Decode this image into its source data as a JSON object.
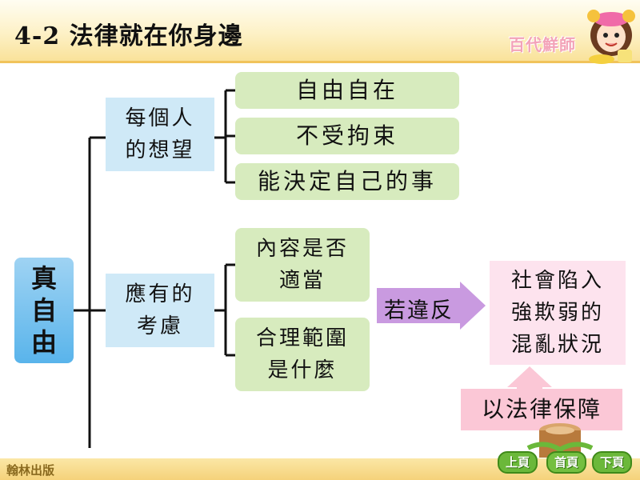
{
  "header": {
    "title": "4-2 法律就在你身邊",
    "brand": "百代鮮師"
  },
  "footer": {
    "publisher": "翰林出版"
  },
  "nav": {
    "prev": "上頁",
    "home": "首頁",
    "next": "下頁"
  },
  "diagram": {
    "root": [
      "真",
      "自",
      "由"
    ],
    "branch1": {
      "label": [
        "每個人",
        "的想望"
      ],
      "leaves": [
        "自由自在",
        "不受拘束",
        "能決定自己的事"
      ]
    },
    "branch2": {
      "label": [
        "應有的",
        "考慮"
      ],
      "leaves": [
        [
          "內容是否",
          "適當"
        ],
        [
          "合理範圍",
          "是什麼"
        ]
      ]
    },
    "arrow_label": "若違反",
    "consequence": [
      "社會陷入",
      "強欺弱的",
      "混亂狀況"
    ],
    "protection": "以法律保障"
  },
  "colors": {
    "root": "#59b4eb",
    "branch": "#cfe9f7",
    "leaf": "#d7ebbe",
    "consequence": "#fde3ee",
    "arrow": "#c99ae0"
  },
  "icons": [
    "mascot-girl-icon",
    "tree-stump-icon"
  ]
}
